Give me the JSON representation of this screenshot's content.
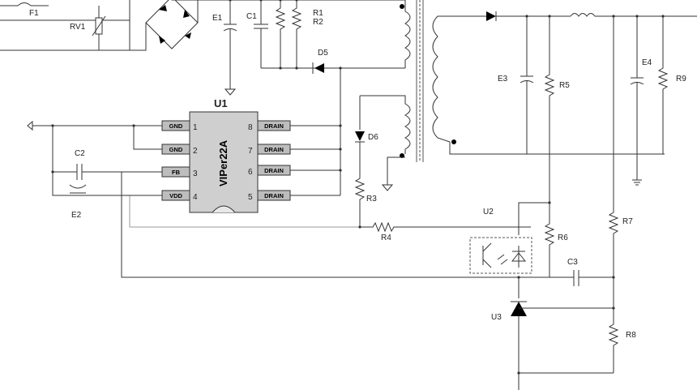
{
  "labels": {
    "F1": "F1",
    "RV1": "RV1",
    "E1": "E1",
    "C1": "C1",
    "R1": "R1",
    "R2": "R2",
    "D5": "D5",
    "U1": "U1",
    "D6": "D6",
    "R3": "R3",
    "R4": "R4",
    "C2": "C2",
    "E2": "E2",
    "E3": "E3",
    "R5": "R5",
    "E4": "E4",
    "R9": "R9",
    "U2": "U2",
    "R6": "R6",
    "R7": "R7",
    "C3": "C3",
    "U3": "U3",
    "R8": "R8"
  },
  "chip": {
    "name": "VIPer22A",
    "pins": [
      {
        "num": "1",
        "name": "GND"
      },
      {
        "num": "2",
        "name": "GND"
      },
      {
        "num": "3",
        "name": "FB"
      },
      {
        "num": "4",
        "name": "VDD"
      },
      {
        "num": "5",
        "name": "DRAIN"
      },
      {
        "num": "6",
        "name": "DRAIN"
      },
      {
        "num": "7",
        "name": "DRAIN"
      },
      {
        "num": "8",
        "name": "DRAIN"
      }
    ]
  },
  "colors": {
    "wire": "#333333",
    "chip_fill": "#cfcfcf",
    "pin_fill": "#bdbdbd",
    "faint_wire": "#9a9a9a"
  }
}
